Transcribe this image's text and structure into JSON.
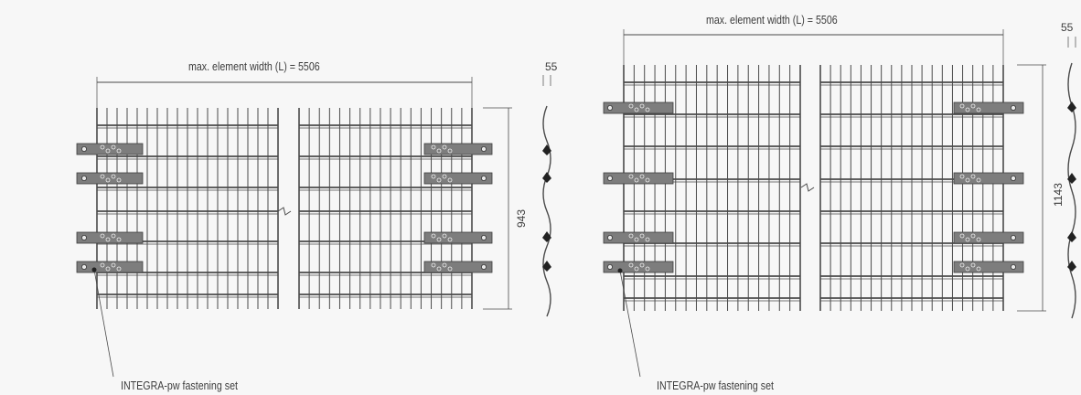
{
  "diagrams": [
    {
      "title": "max. element width (L) = 5506",
      "height_label": "943",
      "profile_width_label": "55",
      "footnote": "INTEGRA-pw fastening set"
    },
    {
      "title": "max. element width (L) = 5506",
      "height_label": "1143",
      "profile_width_label": "55",
      "footnote": "INTEGRA-pw fastening set"
    }
  ],
  "colors": {
    "line": "#4a4a4a",
    "bracket": "#7d7d7d",
    "background": "#f7f7f7"
  }
}
